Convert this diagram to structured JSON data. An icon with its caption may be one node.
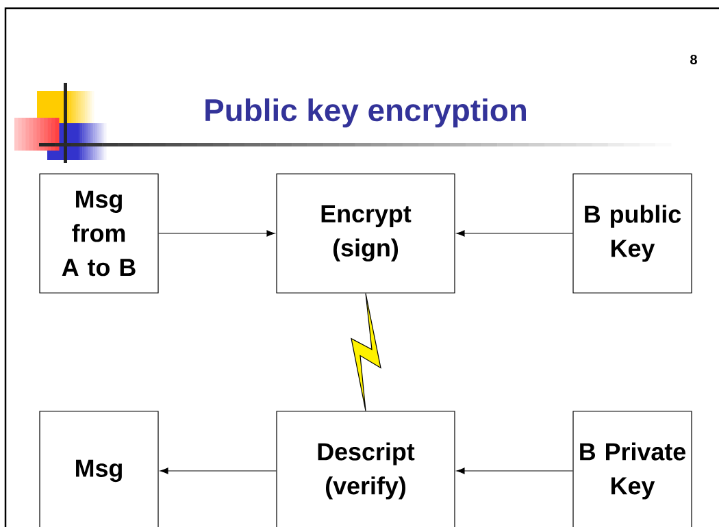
{
  "diagram": {
    "title": "Public key encryption",
    "nodes": [
      {
        "text": [
          "Msg from A to B"
        ]
      },
      {
        "text": [
          "Encrypt (sign)"
        ]
      },
      {
        "text": [
          "B public Key"
        ]
      },
      {
        "text": [
          "Msg"
        ]
      },
      {
        "text": [
          "Descript (verify)"
        ]
      },
      {
        "text": [
          "B Private Key"
        ]
      }
    ],
    "edges": [
      {
        "from": 0,
        "to": 1,
        "arrow": "to"
      },
      {
        "from": 2,
        "to": 1,
        "arrow": "to"
      },
      {
        "from": 1,
        "to": 4,
        "arrow": "none"
      },
      {
        "from": 4,
        "to": 3,
        "arrow": "to"
      },
      {
        "from": 5,
        "to": 4,
        "arrow": "to"
      }
    ],
    "labels": [
      "8"
    ]
  }
}
